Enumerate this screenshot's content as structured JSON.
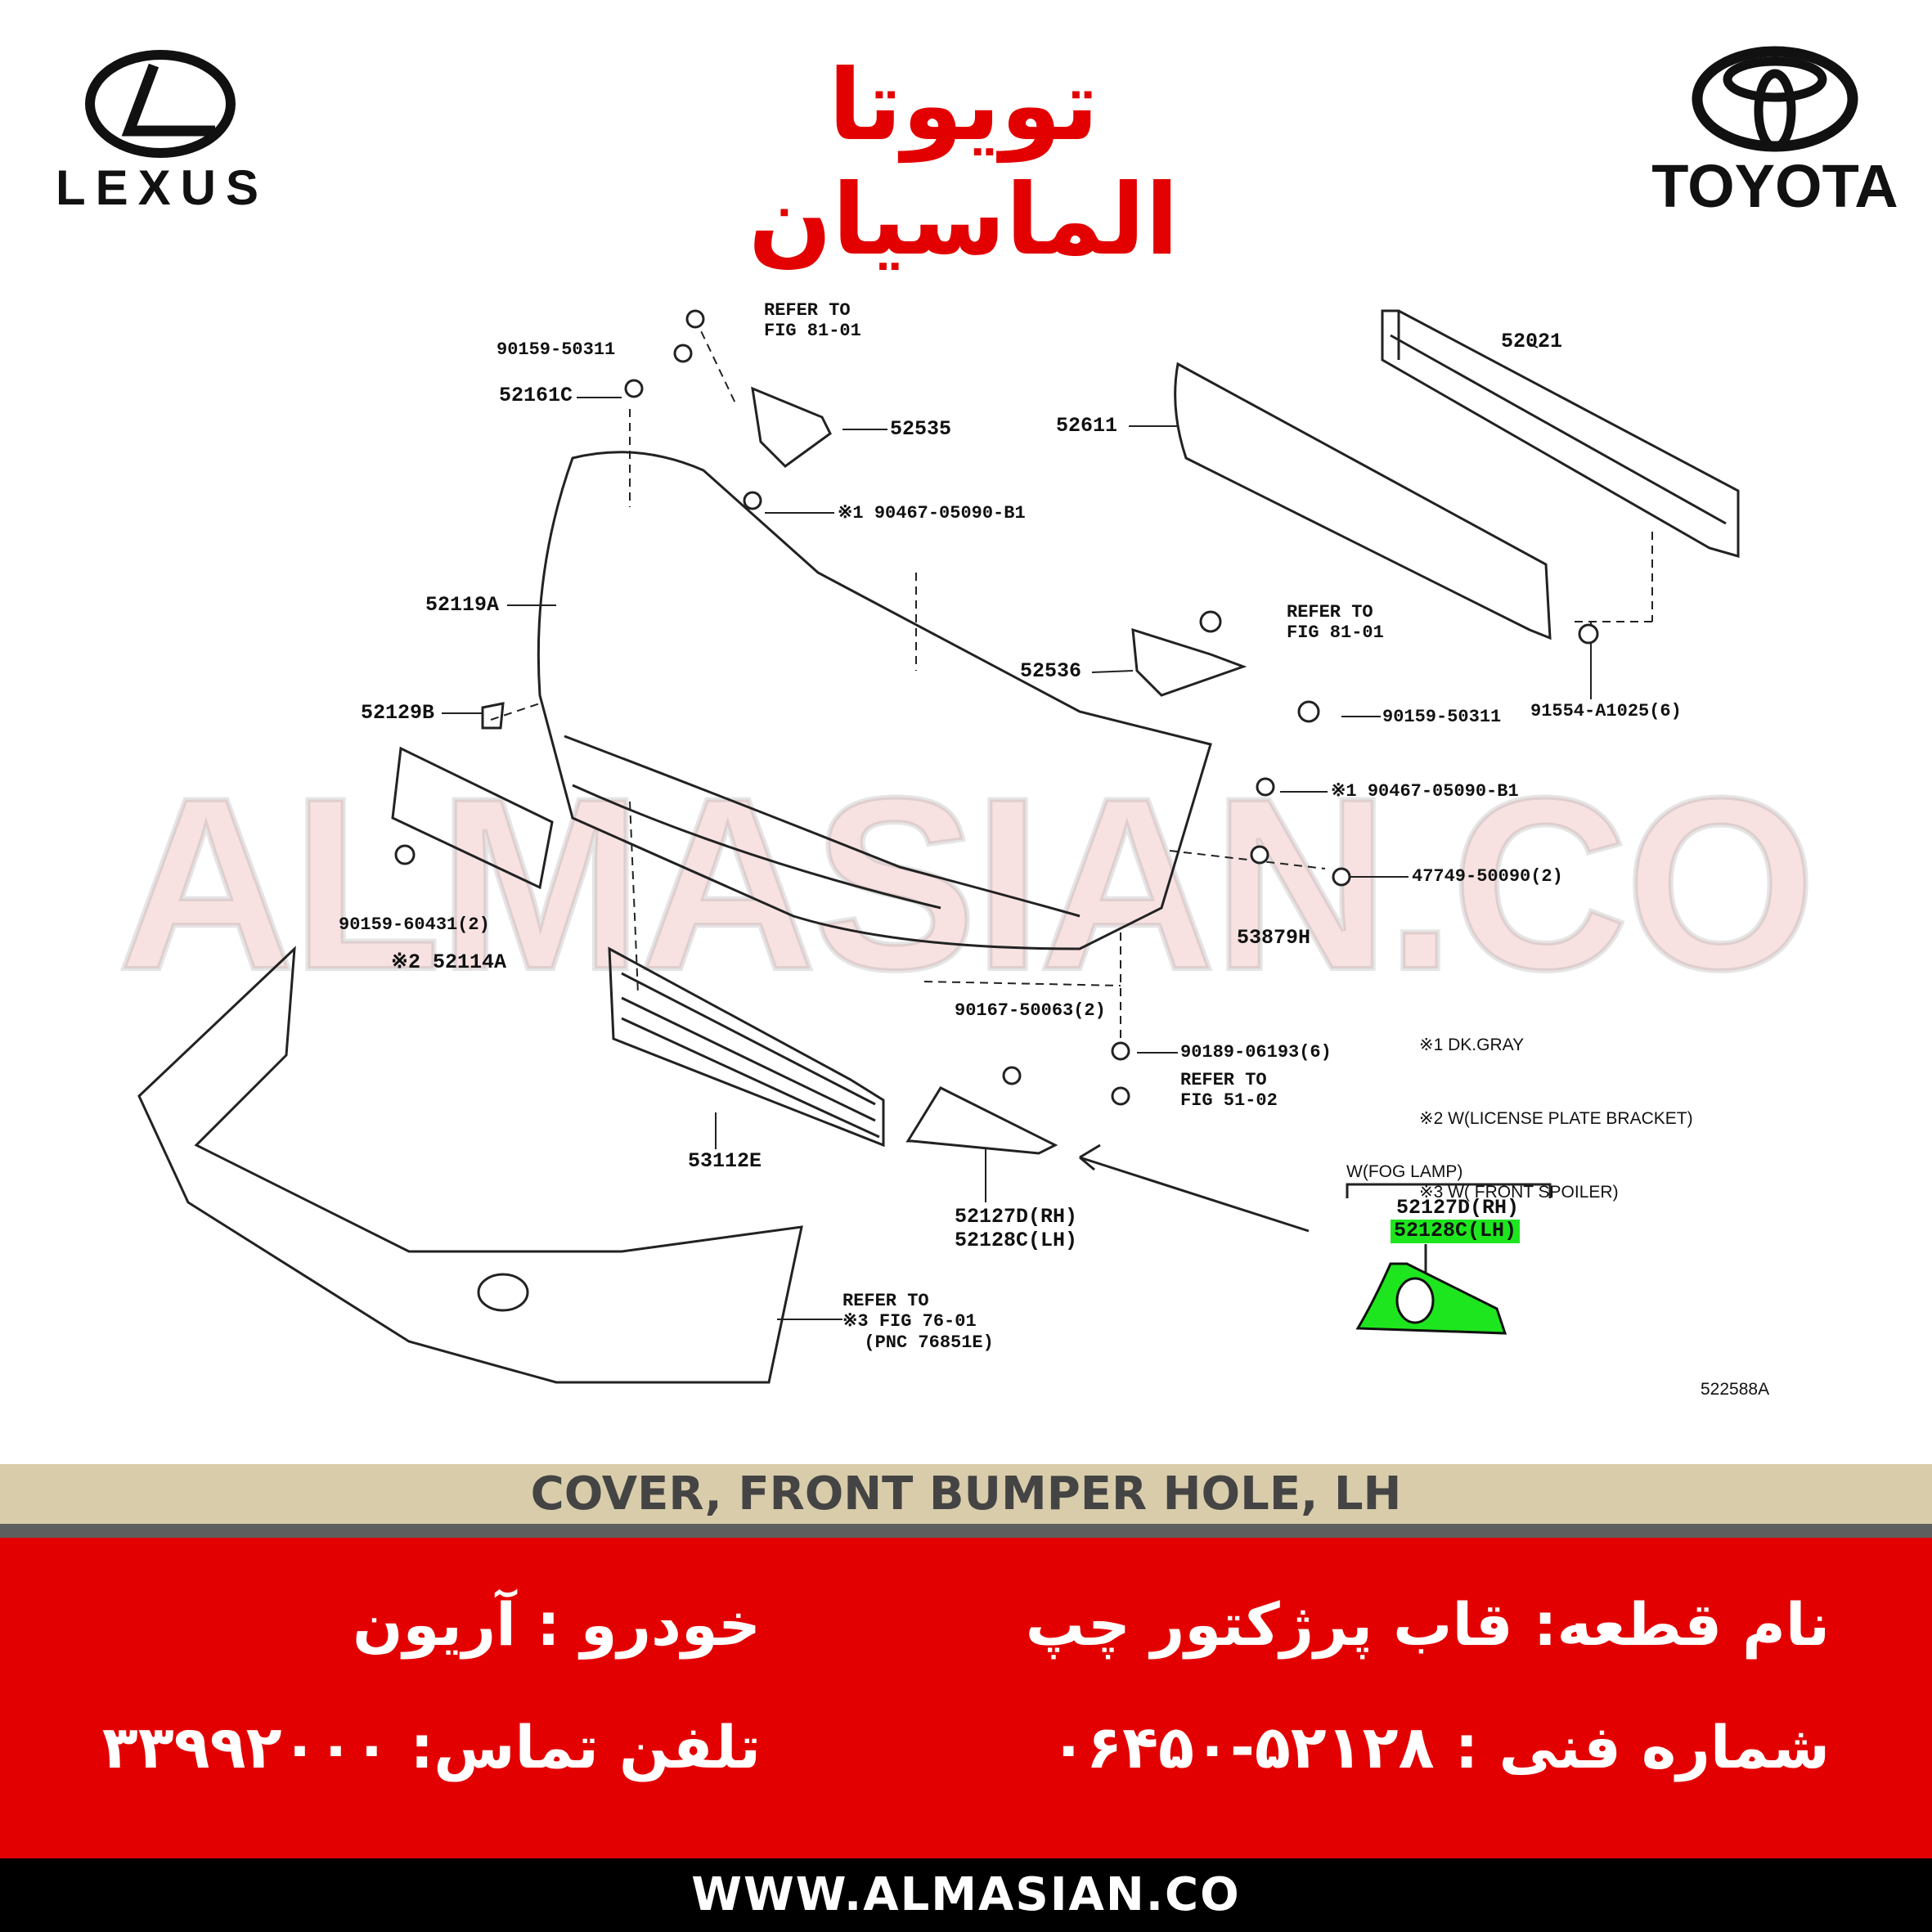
{
  "header": {
    "left_logo": "LEXUS",
    "right_logo": "TOYOTA",
    "center_logo": "تویوتا الماسیان"
  },
  "watermark": "ALMASIAN.CO",
  "diagram": {
    "labels": {
      "refer_81_01_top": "REFER TO\nFIG 81-01",
      "p90159_50311_a": "90159-50311",
      "p52161C": "52161C",
      "p52535": "52535",
      "p90467_a": "※1 90467-05090-B1",
      "p52611": "52611",
      "p52021": "52021",
      "p52119A": "52119A",
      "refer_81_01_mid": "REFER TO\nFIG 81-01",
      "p52536": "52536",
      "p90159_50311_b": "90159-50311",
      "p91554": "91554-A1025(6)",
      "p52129B": "52129B",
      "p90467_b": "※1 90467-05090-B1",
      "p47749": "47749-50090(2)",
      "p90159_60431": "90159-60431(2)",
      "p52114A": "※2 52114A",
      "p53879H": "53879H",
      "p90167": "90167-50063(2)",
      "p90189": "90189-06193(6)",
      "refer_51_02": "REFER TO\nFIG 51-02",
      "p53112E": "53112E",
      "p52127D_52128C": "52127D(RH)\n52128C(LH)",
      "refer_76_01": "REFER TO\n※3 FIG 76-01\n  (PNC 76851E)",
      "fog_lamp": "W(FOG LAMP)",
      "hl_rh": "52127D(RH)",
      "hl_lh": "52128C(LH)",
      "fig_id": "522588A"
    },
    "notes": [
      "※1 DK.GRAY",
      "※2 W(LICENSE PLATE BRACKET)",
      "※3 W( FRONT SPOILER)"
    ],
    "highlight_color": "#1ee61e"
  },
  "title_band": {
    "text": "COVER, FRONT BUMPER HOLE, LH"
  },
  "info": {
    "part_name": "نام قطعه: قاب پرژکتور چپ",
    "vehicle": "خودرو : آریون",
    "part_number": "شماره فنی : ۵۲۱۲۸-۰۶۴۵۰",
    "phone": "تلفن تماس: ۳۳۹۹۲۰۰۰"
  },
  "footer": {
    "url": "WWW.ALMASIAN.CO"
  },
  "colors": {
    "red": "#e30000",
    "tan": "#d8ccaa",
    "gray": "#5e5e5e",
    "black": "#000000"
  }
}
